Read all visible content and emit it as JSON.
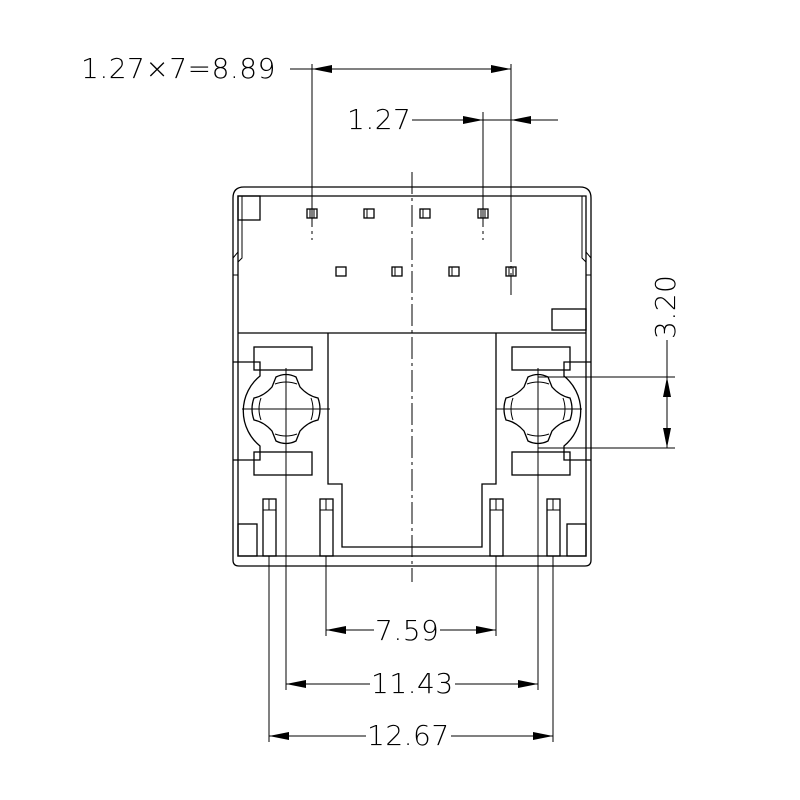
{
  "drawing": {
    "title": "Connector front view dimension drawing",
    "units": "mm",
    "stroke_color": "#000000",
    "background_color": "#ffffff"
  },
  "dimensions": {
    "pitch_total": {
      "label": "1.27×7=8.89",
      "value": 8.89,
      "pitch": 1.27,
      "count": 7,
      "orientation": "horizontal"
    },
    "pitch": {
      "label": "1.27",
      "value": 1.27,
      "orientation": "horizontal"
    },
    "row_offset": {
      "label": "3.20",
      "value": 3.2,
      "orientation": "vertical"
    },
    "inner_pins": {
      "label": "7.59",
      "value": 7.59,
      "orientation": "horizontal"
    },
    "peg_spacing": {
      "label": "11.43",
      "value": 11.43,
      "orientation": "horizontal"
    },
    "outer_pins": {
      "label": "12.67",
      "value": 12.67,
      "orientation": "horizontal"
    }
  },
  "features": {
    "signal_contacts_top_row": 4,
    "signal_contacts_bottom_row": 4,
    "mounting_pegs": 2,
    "shield_tabs": 4
  }
}
